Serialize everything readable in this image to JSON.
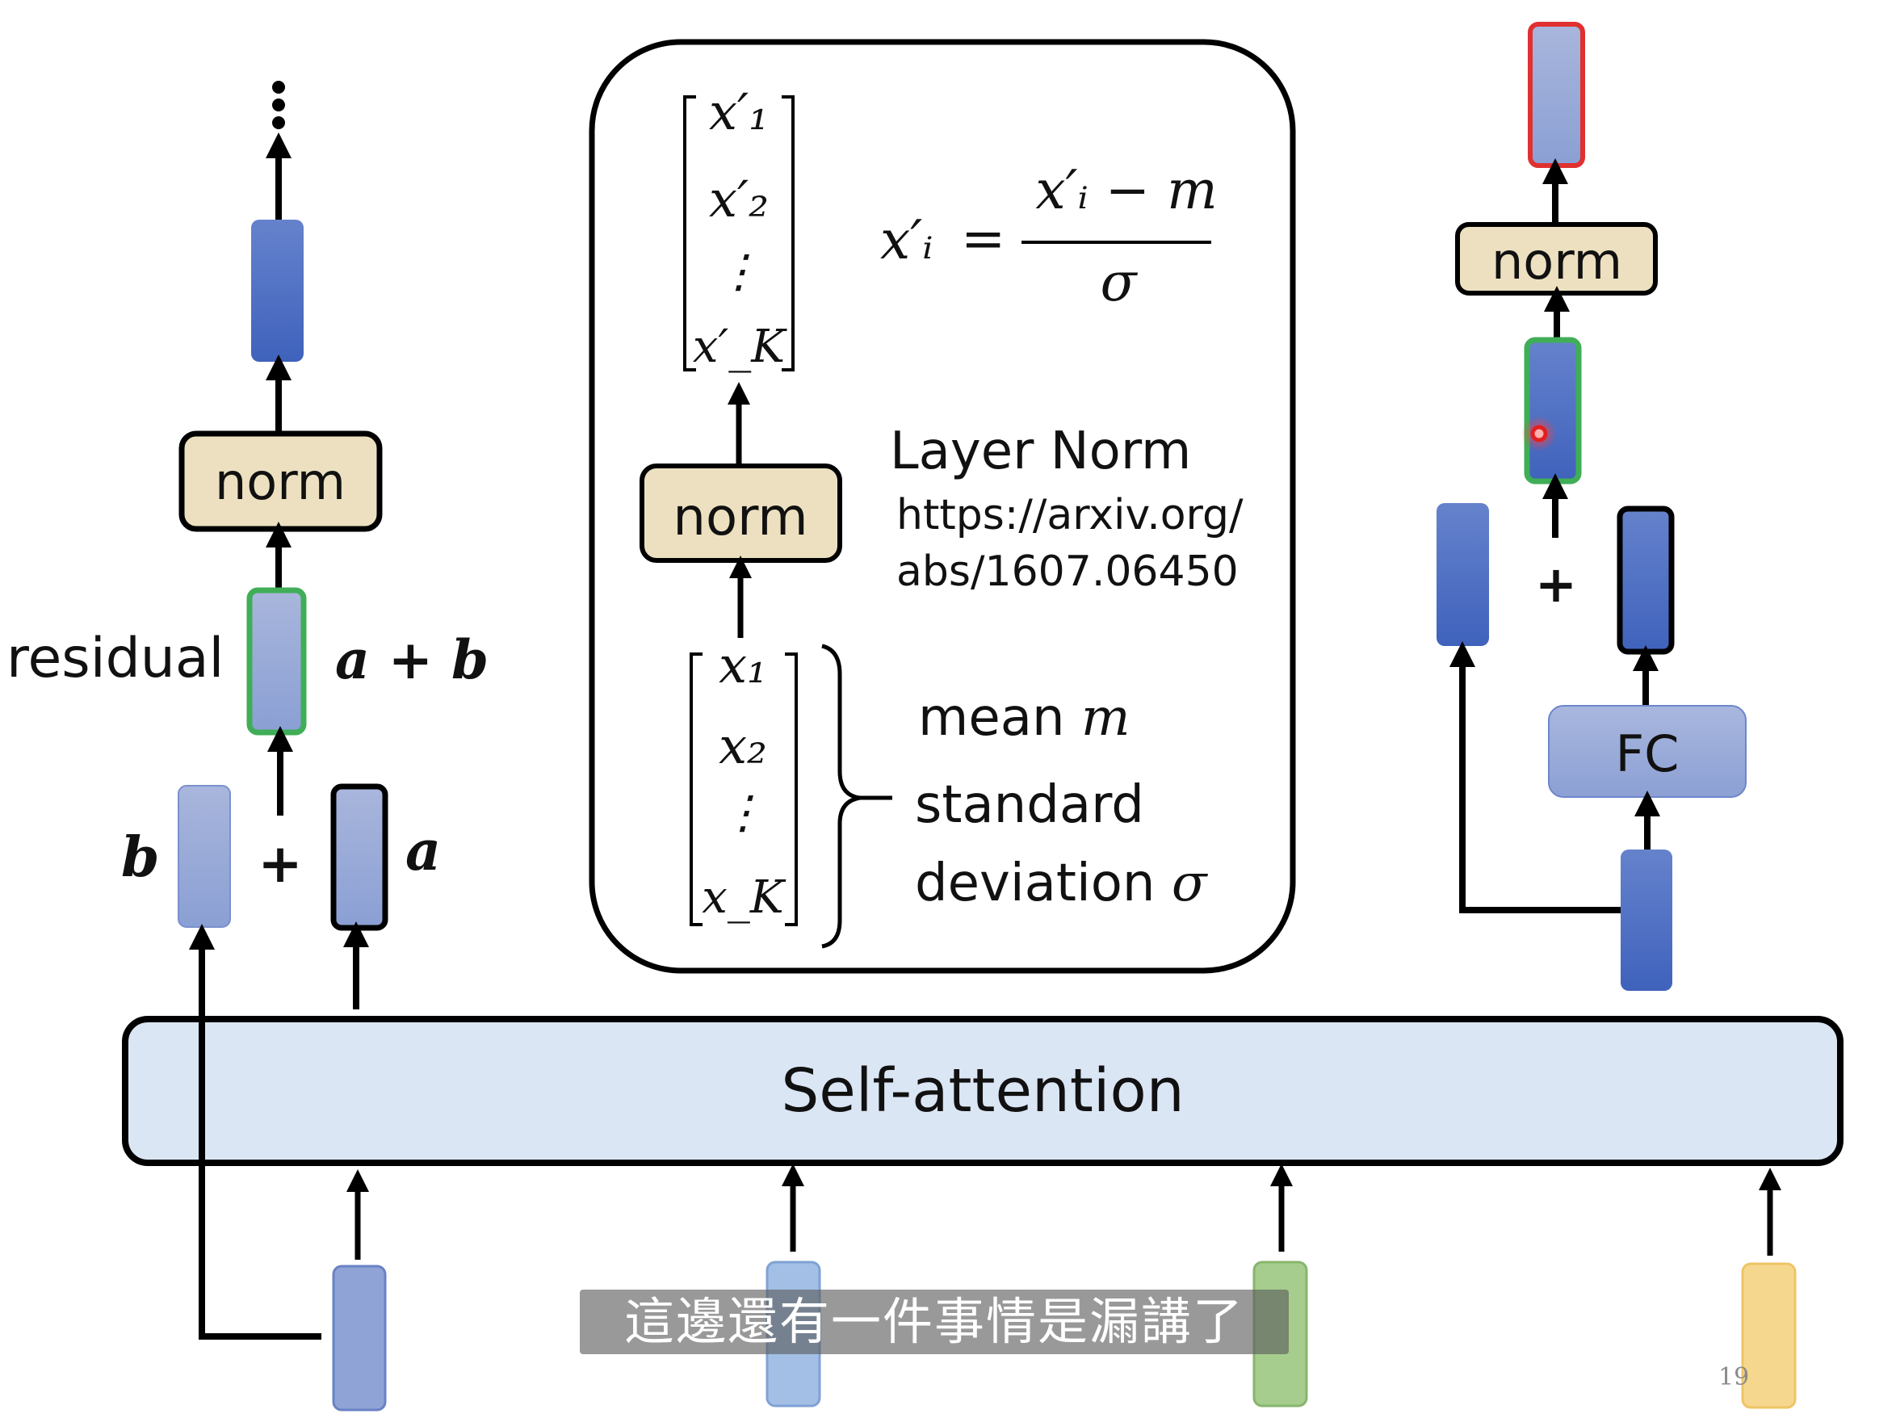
{
  "left_block": {
    "ellipsis": "⋮",
    "norm_label": "norm",
    "residual_label": "residual",
    "sum_label": "a + b",
    "b_label": "b",
    "a_label": "a",
    "plus": "+"
  },
  "center_panel": {
    "output_vector": [
      "x′₁",
      "x′₂",
      "⋮",
      "x′_K"
    ],
    "formula": {
      "lhs": "x′ᵢ",
      "equals": "=",
      "numerator": "x′ᵢ − m",
      "denominator": "σ"
    },
    "norm_label": "norm",
    "title": "Layer Norm",
    "link_line1": "https://arxiv.org/",
    "link_line2": "abs/1607.06450",
    "input_vector": [
      "x₁",
      "x₂",
      "⋮",
      "x_K"
    ],
    "mean_label": "mean",
    "mean_symbol": "m",
    "std_line1": "standard",
    "std_line2": "deviation",
    "std_symbol": "σ"
  },
  "right_block": {
    "norm_label": "norm",
    "fc_label": "FC",
    "plus": "+"
  },
  "self_attention": {
    "label": "Self-attention"
  },
  "inputs": [
    {
      "color": "#8fa3d6",
      "border": "#6a82c4"
    },
    {
      "color": "#a3bfe6",
      "border": "#7fa2d4"
    },
    {
      "color": "#a6cd8e",
      "border": "#87b56c"
    },
    {
      "color": "#f6d78e",
      "border": "#eec565"
    }
  ],
  "colors": {
    "norm_fill": "#ece0c0",
    "dark_blue": "#4a6cc4",
    "light_blue": "#9aaad8",
    "green_border": "#3fae57",
    "red_border": "#e03030",
    "attention_fill": "#dbe6f4"
  },
  "subtitle": "這邊還有一件事情是漏講了",
  "page_number": "19"
}
